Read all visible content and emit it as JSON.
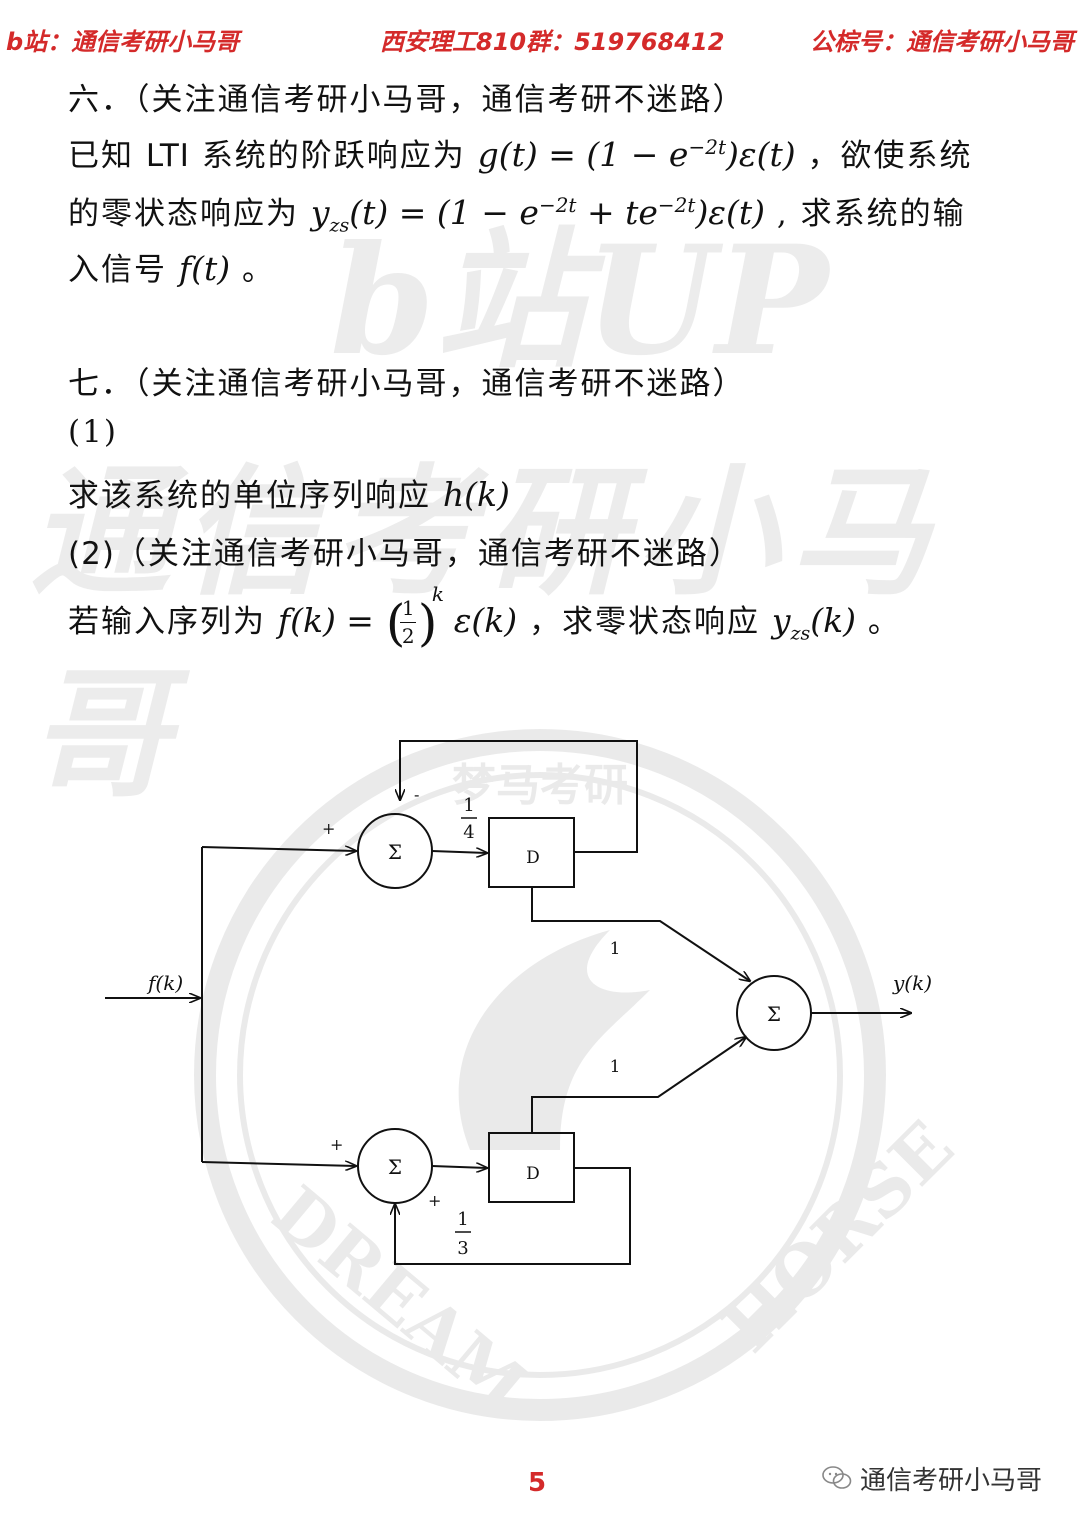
{
  "header": {
    "left": "b站：通信考研小马哥",
    "middle": "西安理工810群：519768412",
    "right": "公棕号：通信考研小马哥"
  },
  "q6": {
    "title": "六．（关注通信考研小马哥，通信考研不迷路）",
    "line1_a": "已知",
    "line1_lti": "LTI",
    "line1_b": "系统的阶跃响应为",
    "line1_eq": "g(t) = (1 − e",
    "line1_exp": "−2t",
    "line1_eq2": ")ε(t)",
    "line1_c": "，欲使系统",
    "line2_a": "的零状态响应为",
    "line2_y": "y",
    "line2_sub": "zs",
    "line2_eq": "(t) = (1 − e",
    "line2_exp1": "−2t",
    "line2_eq2": " + te",
    "line2_exp2": "−2t",
    "line2_eq3": ")ε(t)",
    "line2_b": ", 求系统的输",
    "line3_a": "入信号",
    "line3_eq": "f(t)",
    "line3_b": "。"
  },
  "q7": {
    "title": "七．（关注通信考研小马哥，通信考研不迷路）",
    "part1_label": "(1)",
    "part1_text": "求该系统的单位序列响应",
    "part1_eq": "h(k)",
    "part2_label": "(2)",
    "part2_text": "（关注通信考研小马哥，通信考研不迷路）",
    "part2_a": "若输入序列为",
    "part2_eq": "f(k) =",
    "part2_num": "1",
    "part2_den": "2",
    "part2_exp": "k",
    "part2_eq2": "ε(k)",
    "part2_b": "，求零状态响应",
    "part2_y": "y",
    "part2_sub": "zs",
    "part2_eq3": "(k)",
    "part2_c": "。"
  },
  "diagram": {
    "input_label": "f(k)",
    "output_label": "y(k)",
    "sum_symbol": "Σ",
    "delay_label": "D",
    "top_plus": "+",
    "top_minus": "-",
    "top_gain_num": "1",
    "top_gain_den": "4",
    "bottom_plus_in": "+",
    "bottom_plus_fb": "+",
    "bottom_gain_num": "1",
    "bottom_gain_den": "3",
    "upper_path_gain": "1",
    "lower_path_gain": "1"
  },
  "watermark": {
    "line1": "b站UP",
    "line2": "通信考研小马哥",
    "seal_top": "梦马考研",
    "seal_bottom_left": "DREAM",
    "seal_bottom_right": "HORSE"
  },
  "footer": {
    "page_number": "5",
    "brand": "通信考研小马哥"
  }
}
